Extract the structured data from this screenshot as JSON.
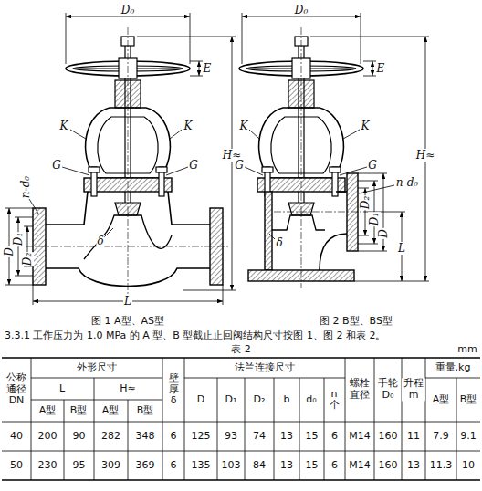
{
  "diagram": {
    "labels": [
      "D₀",
      "E",
      "H≈",
      "K",
      "K",
      "G",
      "G",
      "n-d₀",
      "D",
      "D₁",
      "D₂",
      "δ",
      "L",
      "图 1 A型、AS型",
      "D₀",
      "E",
      "H≈",
      "K",
      "K",
      "G",
      "G",
      "n-d₀",
      "D₂",
      "D₁",
      "D",
      "δ",
      "L",
      "图 2 B型、BS型",
      "3.3.1 工作压力为 1.0 MPa 的 A 型、B 型截止止回阀结构尺寸按图 1、图 2 和表 2。",
      "表 2",
      "mm",
      "公称 通径 DN",
      "外形尺寸",
      "L",
      "H≈",
      "A型",
      "B型",
      "A型",
      "B型",
      "壁厚 δ",
      "法兰连接尺寸",
      "D",
      "D₁",
      "D₂",
      "b",
      "d₀",
      "n 个",
      "螺栓 直径",
      "手轮 D₀",
      "升程 m",
      "重量,kg",
      "A型",
      "B型",
      "40",
      "200",
      "90",
      "282",
      "348",
      "6",
      "125",
      "93",
      "74",
      "13",
      "15",
      "6",
      "M14",
      "160",
      "11",
      "7.9",
      "9.1",
      "50",
      "230",
      "95",
      "309",
      "369",
      "6",
      "135",
      "103",
      "84",
      "13",
      "15",
      "6",
      "M14",
      "160",
      "13",
      "11.3",
      "10"
    ]
  }
}
